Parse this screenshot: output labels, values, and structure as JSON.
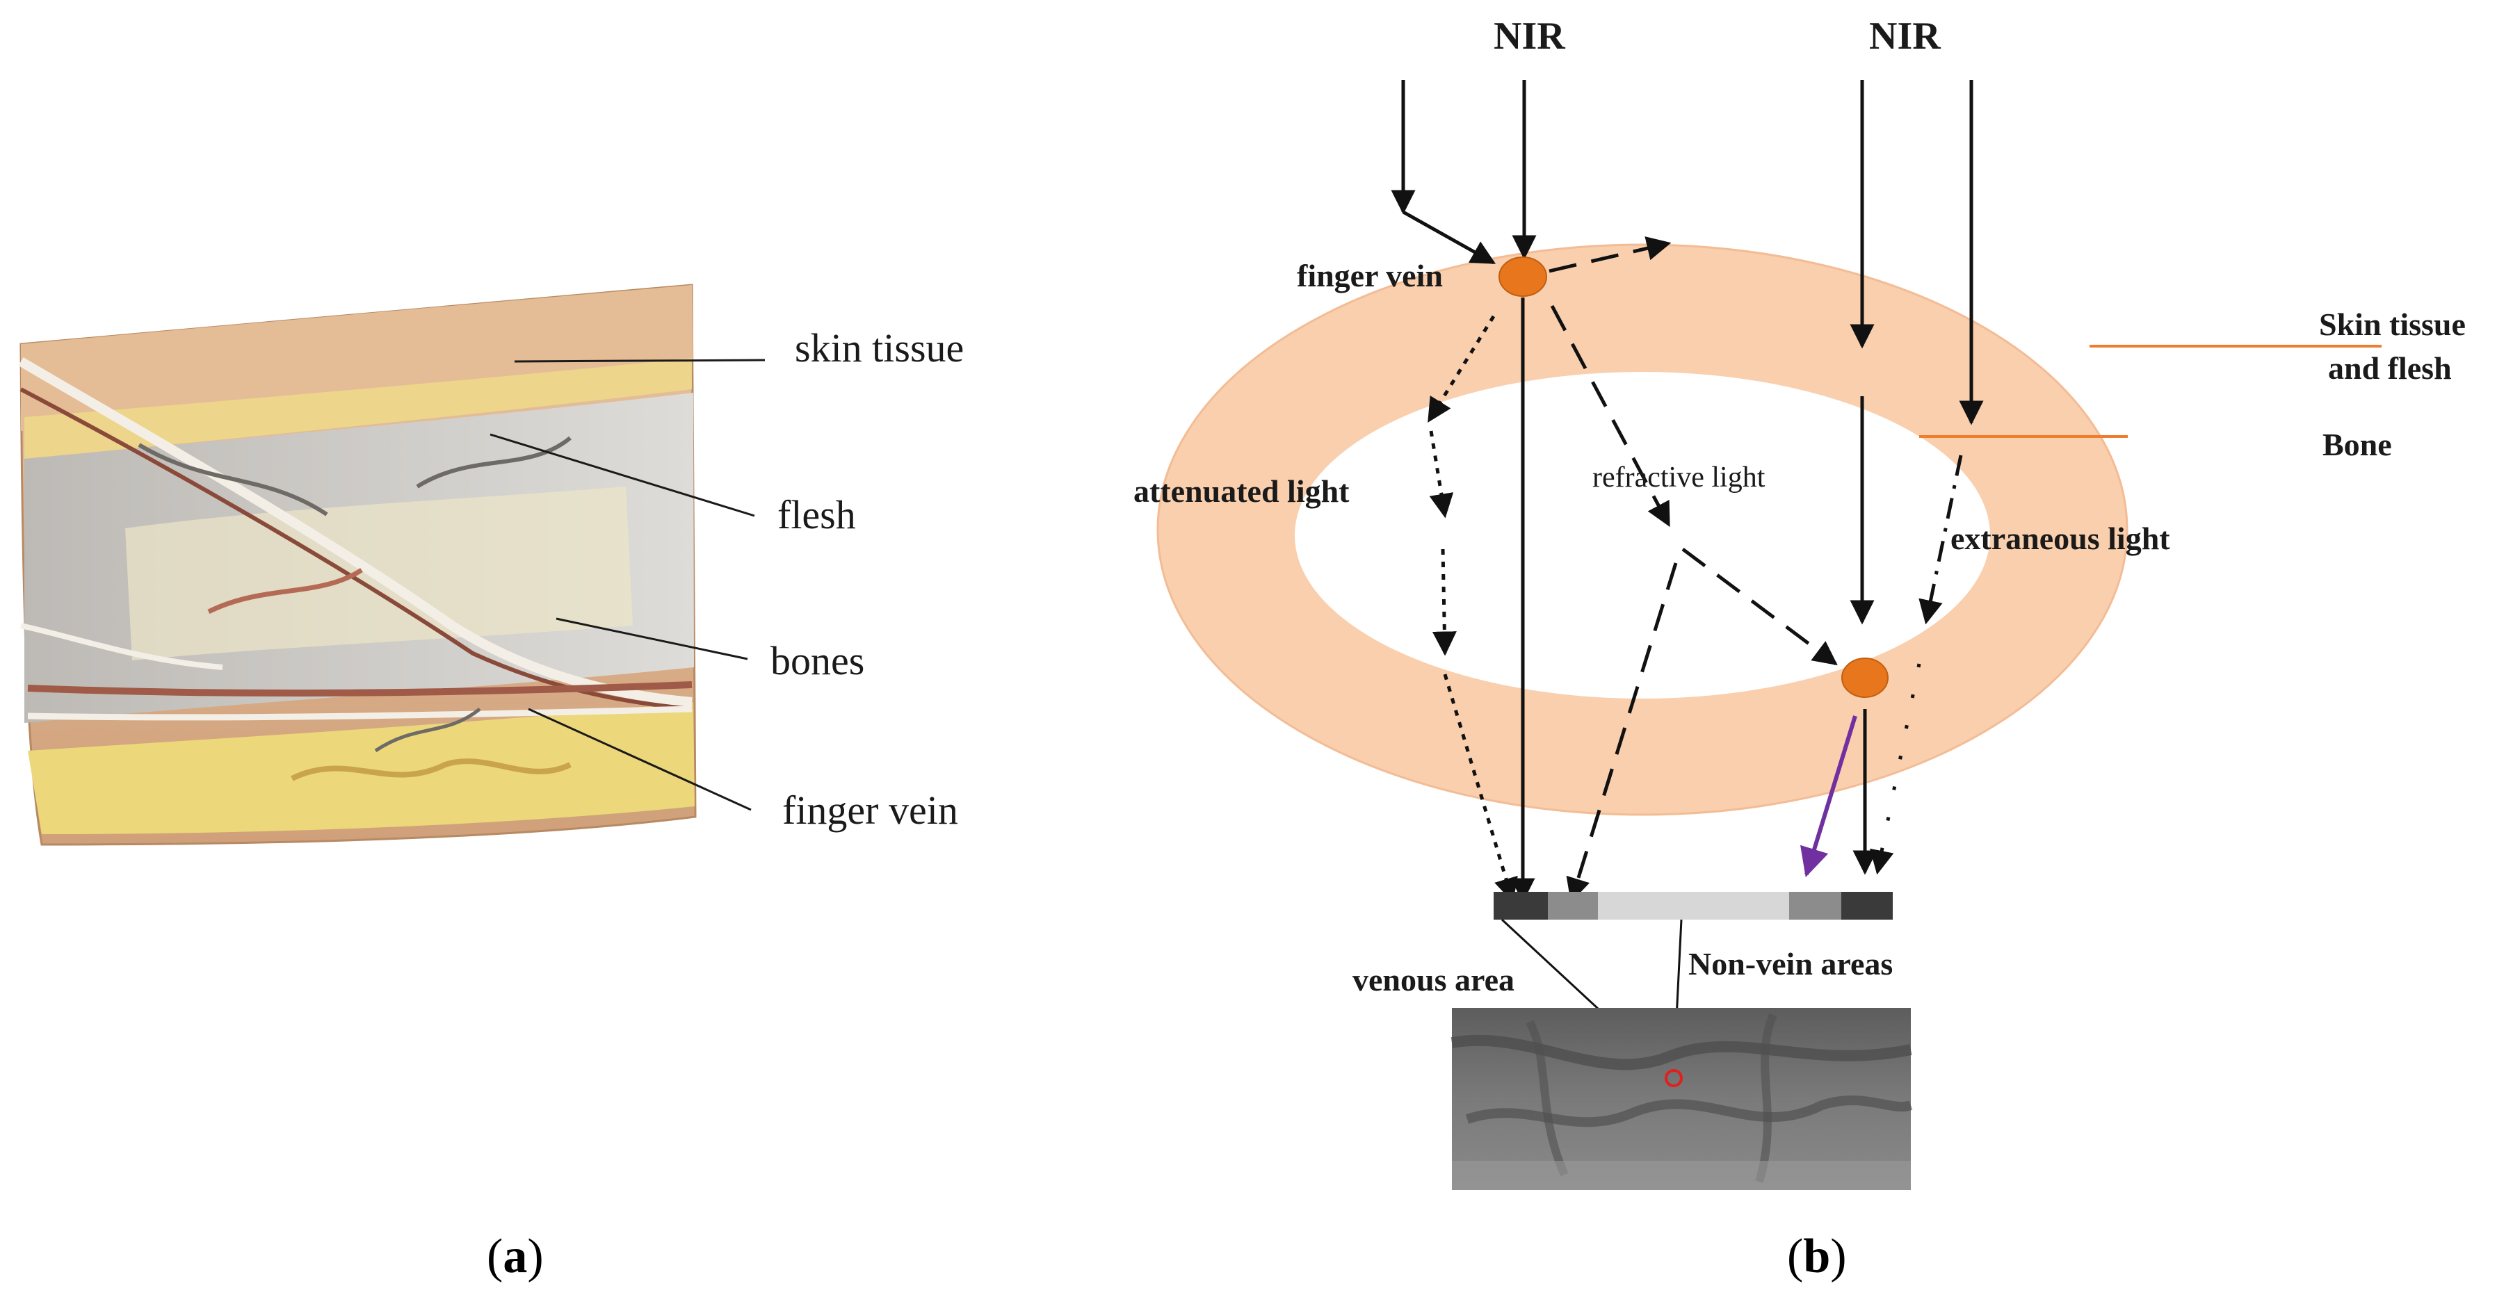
{
  "panel_a": {
    "labels": {
      "skin_tissue": "skin tissue",
      "flesh": "flesh",
      "bones": "bones",
      "finger_vein": "finger vein"
    },
    "caption_letter": "a"
  },
  "panel_b": {
    "nir_left": "NIR",
    "nir_right": "NIR",
    "finger_vein": "finger vein",
    "attenuated_light": "attenuated light",
    "refractive_light": "refractive light",
    "extraneous_light": "extraneous light",
    "skin_tissue_line1": "Skin tissue",
    "skin_tissue_line2": "and flesh",
    "bone": "Bone",
    "venous_area": "venous area",
    "non_vein_areas": "Non-vein areas",
    "caption_letter": "b"
  },
  "colors": {
    "ring": "#f9cfae",
    "vein_dot": "#e8761c",
    "leader_orange": "#ee7e2e",
    "purple_arrow": "#7030a0",
    "skin": "#dcb38f",
    "fat": "#ecd77a",
    "bone_grey": "#c9c6c2",
    "vessel": "#8a4a3a",
    "sensor_dark": "#3a3a3a",
    "sensor_mid": "#8c8c8c",
    "sensor_light": "#d7d7d7",
    "vein_image": "#6e6e6e",
    "red_marker": "#e02020"
  }
}
